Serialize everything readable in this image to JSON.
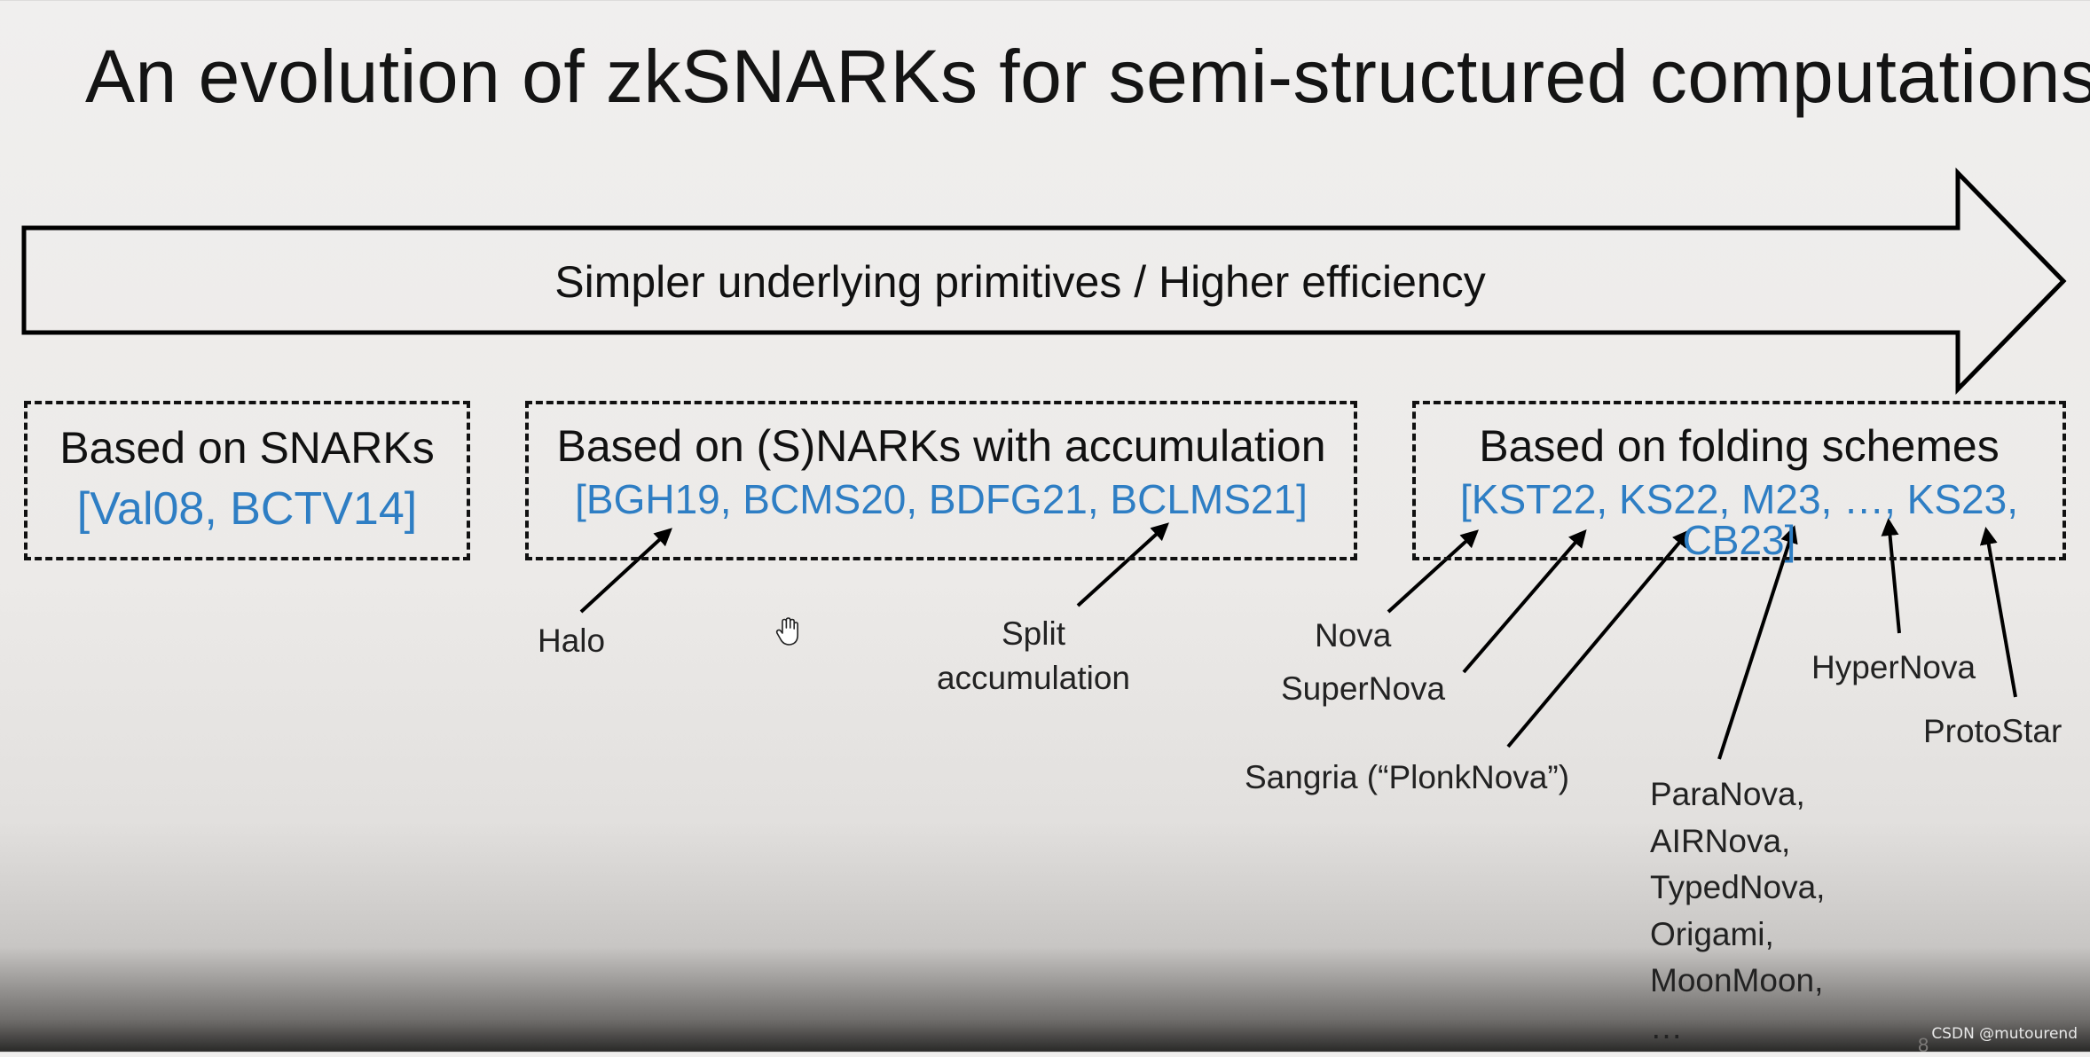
{
  "slide": {
    "title": "An evolution of zkSNARKs for semi-structured computations",
    "arrow_label": "Simpler underlying primitives / Higher efficiency",
    "slide_number": "8"
  },
  "boxes": {
    "snarks": {
      "title": "Based on SNARKs",
      "citations": "[Val08, BCTV14]"
    },
    "accumulation": {
      "title": "Based on (S)NARKs with accumulation",
      "citations": "[BGH19, BCMS20, BDFG21, BCLMS21]"
    },
    "folding": {
      "title": "Based on folding schemes",
      "citations": "[KST22, KS22, M23, …, KS23, CB23]"
    }
  },
  "labels": {
    "halo": "Halo",
    "split_line1": "Split",
    "split_line2": "accumulation",
    "nova": "Nova",
    "supernova": "SuperNova",
    "sangria": "Sangria (“PlonkNova”)",
    "hypernova": "HyperNova",
    "protostar": "ProtoStar",
    "misc": [
      "ParaNova,",
      "AIRNova,",
      "TypedNova,",
      "Origami,",
      "MoonMoon,",
      "…"
    ]
  },
  "colors": {
    "citation_blue": "#2e7ec4",
    "text": "#111111",
    "arrow_stroke": "#000000"
  },
  "icons": {
    "cursor": "hand-cursor-icon"
  },
  "watermark": "CSDN @mutourend"
}
